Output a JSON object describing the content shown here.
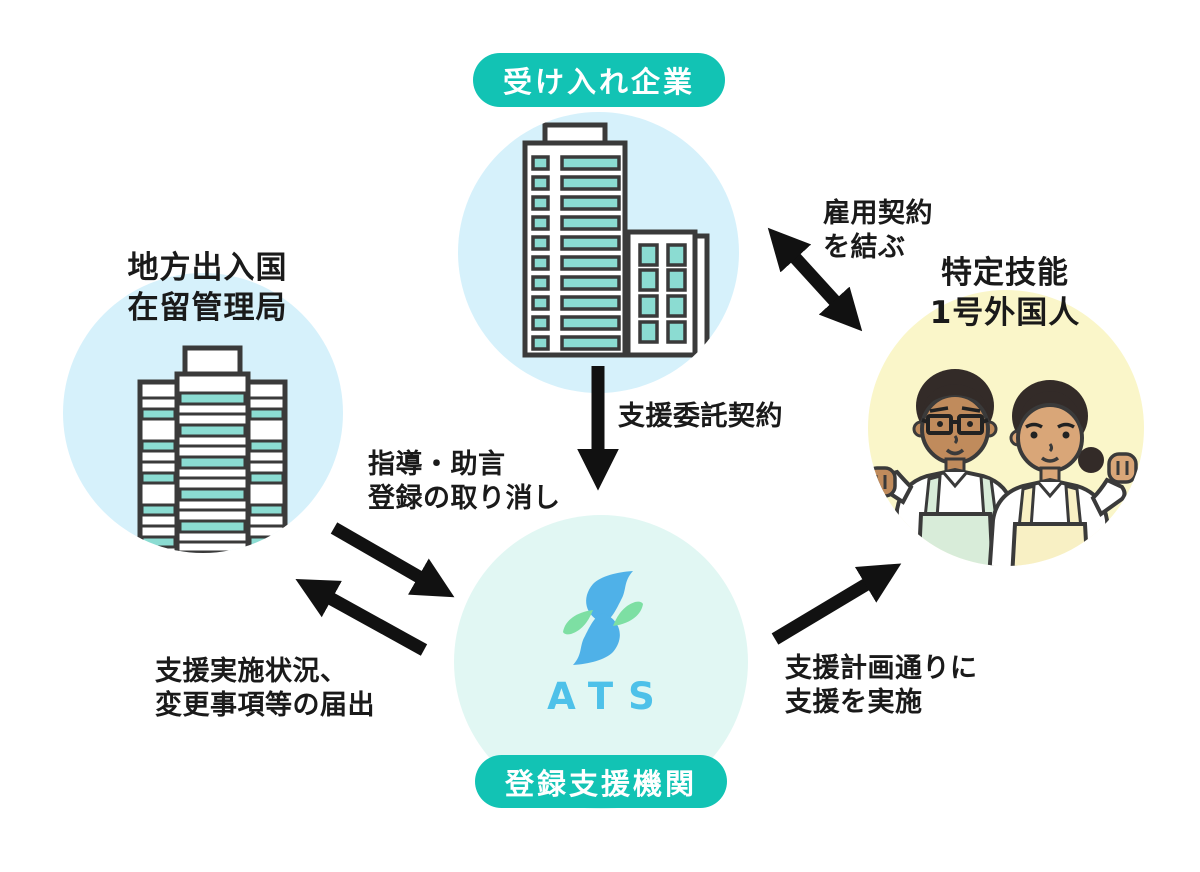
{
  "diagram": {
    "title_hint": "特定技能 支援スキーム相関図",
    "nodes": {
      "company": {
        "badge": "受け入れ企業",
        "icon": "office-buildings"
      },
      "bureau": {
        "label_line1": "地方出入国",
        "label_line2": "在留管理局",
        "icon": "government-building"
      },
      "worker": {
        "label_line1": "特定技能",
        "label_line2": "1号外国人",
        "icon": "two-workers"
      },
      "support_org": {
        "logo_text": "ATS",
        "badge": "登録支援機関",
        "icon": "ats-leaf-flame-logo"
      }
    },
    "edges": [
      {
        "id": "employment-contract",
        "from": "company",
        "to": "worker",
        "bidirectional": true,
        "label_line1": "雇用契約",
        "label_line2": "を結ぶ"
      },
      {
        "id": "support-consignment",
        "from": "company",
        "to": "support_org",
        "bidirectional": false,
        "label_line1": "支援委託契約",
        "label_line2": ""
      },
      {
        "id": "guidance",
        "from": "bureau",
        "to": "support_org",
        "bidirectional": false,
        "label_line1": "指導・助言",
        "label_line2": "登録の取り消し"
      },
      {
        "id": "notification",
        "from": "support_org",
        "to": "bureau",
        "bidirectional": false,
        "label_line1": "支援実施状況、",
        "label_line2": "変更事項等の届出"
      },
      {
        "id": "support-implementation",
        "from": "support_org",
        "to": "worker",
        "bidirectional": false,
        "label_line1": "支援計画通りに",
        "label_line2": "支援を実施"
      }
    ],
    "colors": {
      "badge_teal": "#12C3B4",
      "circle_light_blue": "#D6F1FB",
      "circle_pale_yellow": "#FAF6C9",
      "circle_light_mint": "#E1F7F3",
      "illustration_teal": "#8BDCD2",
      "outline": "#3A3A3A",
      "arrow_black": "#111111",
      "logo_blue": "#4FB1E8",
      "logo_green": "#7DDFA3",
      "logo_wordmark_blue": "#4EC1E9",
      "apron_green": "#D8ECD9",
      "apron_yellow": "#F8F0C4",
      "skin_dark": "#C08B5C",
      "skin_light": "#D9A678",
      "hair": "#332B28"
    }
  }
}
